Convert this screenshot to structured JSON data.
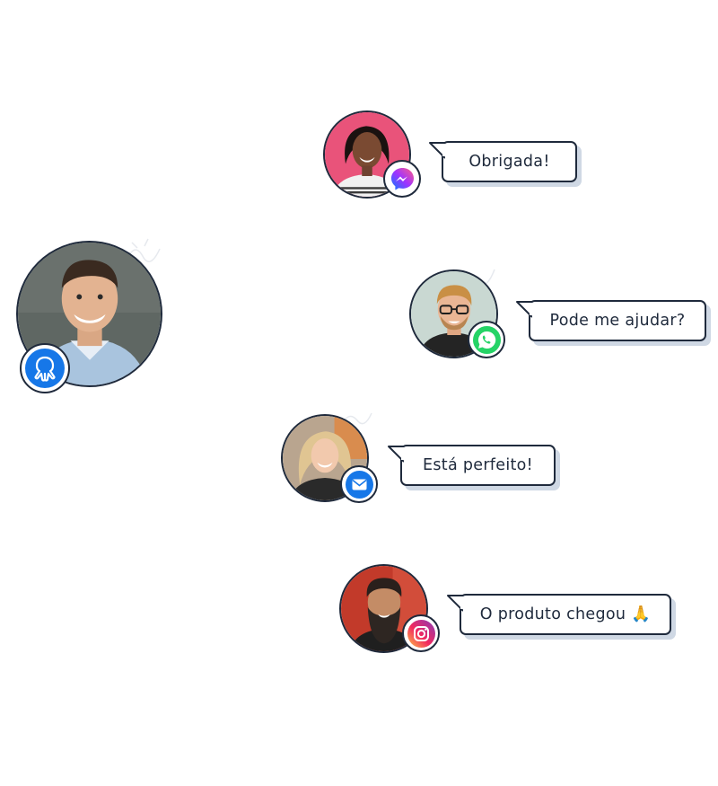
{
  "conversations": [
    {
      "message": "Obrigada!",
      "channel": "messenger",
      "channel_icon": "messenger-icon",
      "channel_color": "#7b3ff2"
    },
    {
      "message": "Pode me ajudar?",
      "channel": "whatsapp",
      "channel_icon": "whatsapp-icon",
      "channel_color": "#25d366"
    },
    {
      "message": "Está perfeito!",
      "channel": "email",
      "channel_icon": "mail-icon",
      "channel_color": "#1677e8"
    },
    {
      "message": "O produto chegou 🙏",
      "channel": "instagram",
      "channel_icon": "instagram-icon",
      "channel_color": "#e1306c"
    }
  ],
  "agent": {
    "badge_icon": "octopus-icon",
    "badge_color": "#1677e8"
  },
  "colors": {
    "outline": "#1f2a3c",
    "bubble_shadow": "#cfd8e4",
    "bubble_background": "#ffffff"
  }
}
